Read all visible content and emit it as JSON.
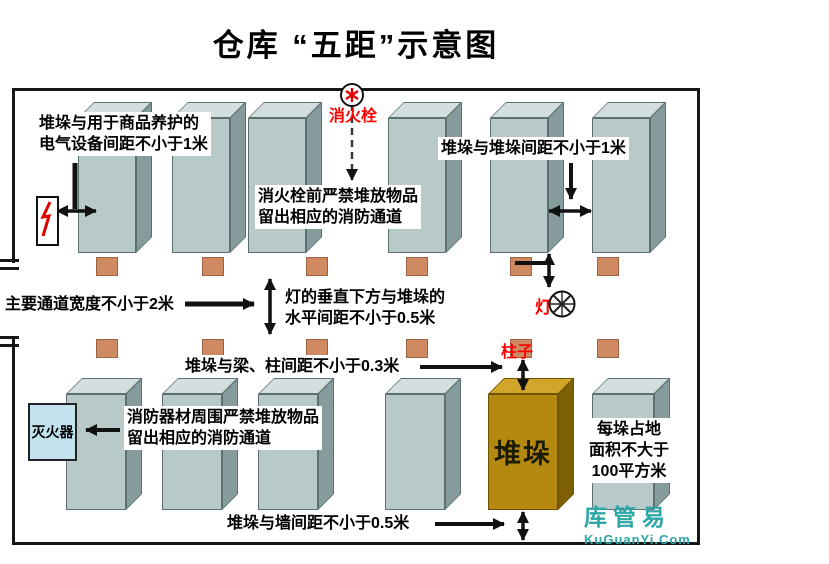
{
  "title": "仓库 “五距”示意图",
  "labels": {
    "elec": "堆垛与用于商品养护的\n电气设备间距不小于1米",
    "hydrant_front": "消火栓前严禁堆放物品\n留出相应的消防通道",
    "stack_gap": "堆垛与堆垛间距不小于1米",
    "aisle": "主要通道宽度不小于2米",
    "lamp_dist": "灯的垂直下方与堆垛的\n水平间距不小于0.5米",
    "beam_pillar": "堆垛与梁、柱间距不小于0.3米",
    "fire_equipment": "消防器材周围严禁堆放物品\n留出相应的消防通道",
    "wall": "堆垛与墙间距不小于0.5米",
    "area": "每垛占地\n面积不大于\n100平方米"
  },
  "markers": {
    "hydrant": "消火栓",
    "lamp": "灯",
    "pillar": "柱子",
    "stack": "堆垛",
    "extinguisher": "灭火器"
  },
  "watermark": {
    "name": "库管易",
    "site": "KuGuanYi.Com"
  },
  "icons": {
    "hydrant": "fire-hydrant-icon",
    "lamp": "ceiling-lamp-icon",
    "electrical": "lightning-bolt-icon"
  },
  "colors": {
    "stack_front": "#b7c9c9",
    "stack_top": "#d3dfdf",
    "stack_side": "#869c9c",
    "gold_stack": "#b5890f",
    "pillar_marker": "#cf8a62",
    "red_label": "#ff0000",
    "watermark_teal": "#2ca6a6",
    "extinguisher_box": "#c2e3ee"
  }
}
